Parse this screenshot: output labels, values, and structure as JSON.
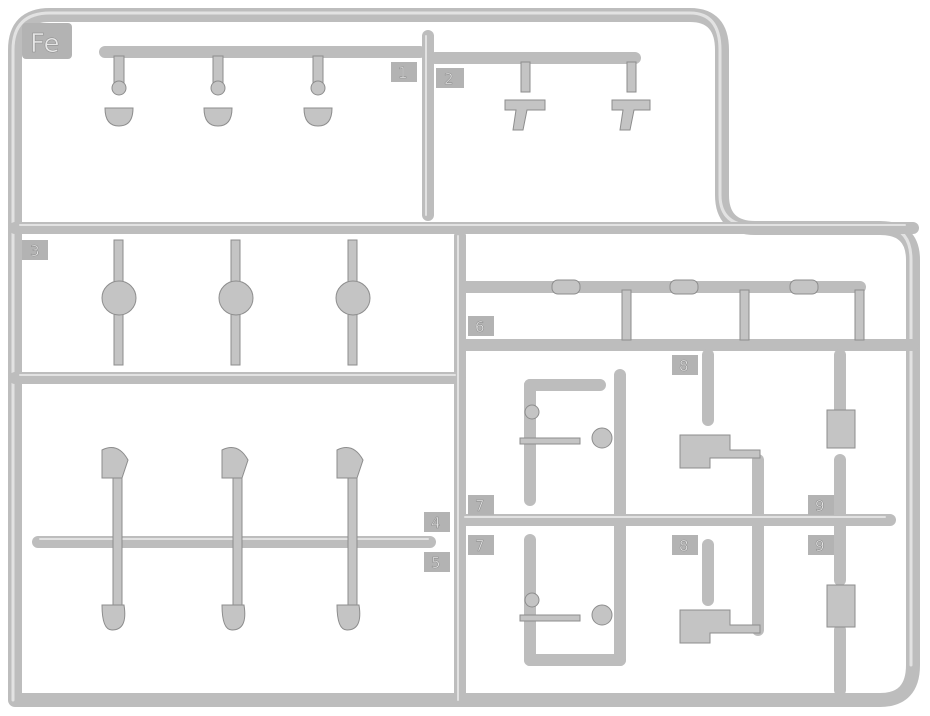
{
  "sprue_label": "Fe",
  "part_numbers": {
    "p1": "1",
    "p2": "2",
    "p3": "3",
    "p4": "4",
    "p5": "5",
    "p6": "6",
    "p7a": "7",
    "p7b": "7",
    "p8a": "8",
    "p8b": "8",
    "p9a": "9",
    "p9b": "9"
  },
  "colors": {
    "plastic": "#c4c4c4",
    "background": "#ffffff"
  }
}
